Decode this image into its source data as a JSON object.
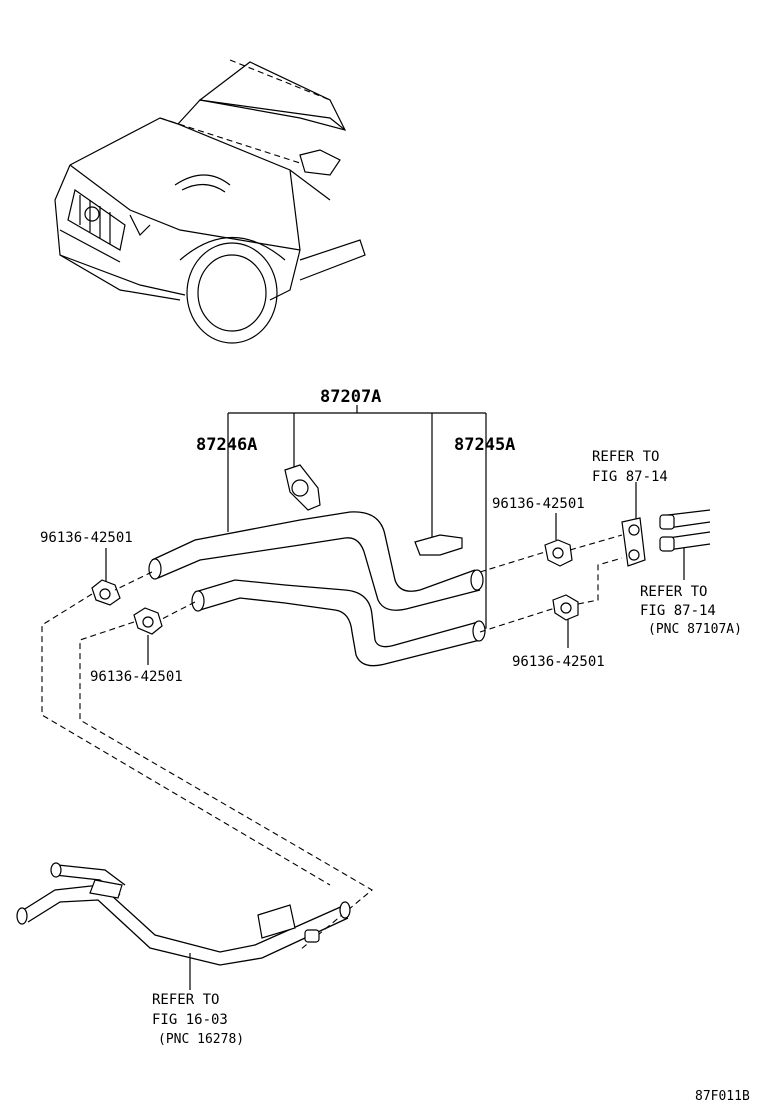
{
  "parts": {
    "assembly": "87207A",
    "hose_upper": "87246A",
    "hose_lower": "87245A",
    "clamp": "96136-42501"
  },
  "refs": {
    "valve_ref": [
      "REFER TO",
      "FIG 87-14"
    ],
    "pipe_ref": [
      "REFER TO",
      "FIG 87-14",
      "(PNC 87107A)"
    ],
    "engine_ref": [
      "REFER TO",
      "FIG 16-03",
      "(PNC 16278)"
    ]
  },
  "figure_code": "87F011B"
}
